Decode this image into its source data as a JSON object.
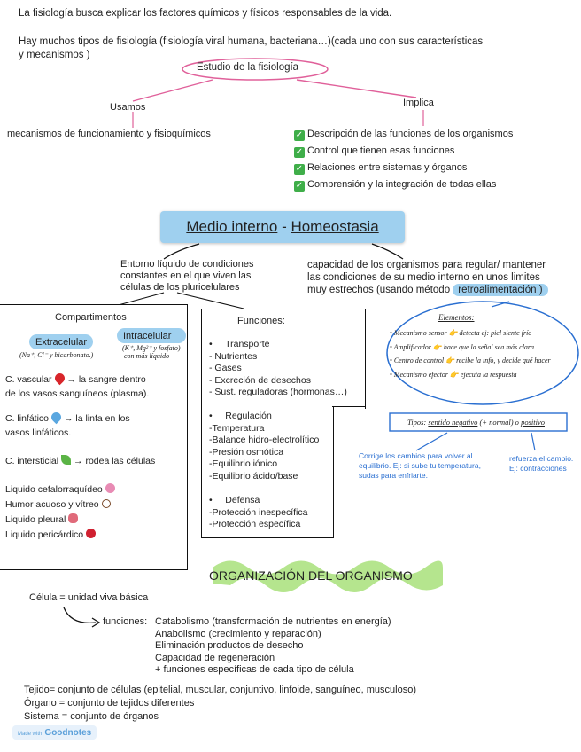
{
  "intro": {
    "line1": "La fisiología busca explicar los factores químicos y físicos responsables de la vida.",
    "line2a": "Hay muchos tipos de fisiología (fisiología viral humana, bacteriana…)(cada uno con sus características",
    "line2b": "y mecanismos )"
  },
  "study": {
    "center": "Estudio de la fisiología",
    "left_label": "Usamos",
    "left_text": "mecanismos de funcionamiento y fisioquímicos",
    "right_label": "Implica",
    "implica_items": [
      "Descripción de las funciones de los organismos",
      "Control que tienen esas funciones",
      "Relaciones entre sistemas y órganos",
      "Comprensión y la integración de todas ellas"
    ]
  },
  "medio": {
    "title_a": "Medio interno",
    "title_sep": " - ",
    "title_b": "Homeostasia",
    "left_def_1": "Entorno líquido de condiciones",
    "left_def_2": "constantes en el que viven las",
    "left_def_3": "células de los pluricelulares",
    "right_def_1": "capacidad de los organismos para regular/ mantener",
    "right_def_2": "las condiciones de su medio interno en unos limites",
    "right_def_3": "muy estrechos (usando método",
    "right_def_pill": "retroalimentación )"
  },
  "compartimentos": {
    "title": "Compartimentos",
    "extra_label": "Extracelular",
    "extra_sub": "(Na⁺, Cl⁻ y bicarbonato.)",
    "intra_label": "Intracelular",
    "intra_sub_1": "(K⁺, Mg²⁺ y fosfato)",
    "intra_sub_2": "con más líquido",
    "items": [
      {
        "a": "C. vascular",
        "b": "→ la sangre dentro",
        "c": "de los vasos sanguíneos (plasma)."
      },
      {
        "a": "C. linfático",
        "b": "→ la linfa en los",
        "c": "vasos linfáticos."
      },
      {
        "a": "C. intersticial",
        "b": "→ rodea las células",
        "c": ""
      }
    ],
    "liquids": [
      "Liquido cefalorraquídeo",
      "Humor acuoso y vítreo",
      "Liquido pleural",
      "Liquido pericárdico"
    ],
    "colors": {
      "blood": "#d8262b",
      "lymph": "#5aa7e0",
      "leaf": "#5bb446",
      "brain": "#e88bb4",
      "eye": "#7a4a2a",
      "lungs": "#e06a7a",
      "heart": "#d02030"
    }
  },
  "funciones": {
    "title": "Funciones:",
    "sections": [
      {
        "head": "Transporte",
        "lines": [
          "- Nutrientes",
          "- Gases",
          "- Excreción de desechos",
          "- Sust. reguladoras (hormonas…)"
        ]
      },
      {
        "head": "Regulación",
        "lines": [
          "-Temperatura",
          "-Balance hidro-electrolítico",
          "-Presión osmótica",
          "-Equilibrio iónico",
          "-Equilibrio ácido/base"
        ]
      },
      {
        "head": "Defensa",
        "lines": [
          "-Protección inespecífica",
          "-Protección específica"
        ]
      }
    ]
  },
  "elementos": {
    "title": "Elementos:",
    "items": [
      "Mecanismo sensor 👉 detecta ej: piel siente frío",
      "Amplificador 👉 hace que la señal sea más clara",
      "Centro de control 👉 recibe la info, y decide qué hacer",
      "Mecanismo efector 👉 ejecuta la respuesta"
    ],
    "tipos_pre": "Tipos: ",
    "tipo_neg": "sentido negativo",
    "tipos_mid": " (+ normal) o ",
    "tipo_pos": "positivo",
    "neg_note_1": "Corrige los cambios para volver al",
    "neg_note_2": "equilibrio. Ej: si sube tu temperatura,",
    "neg_note_3": "sudas para enfriarte.",
    "pos_note_1": "refuerza el cambio.",
    "pos_note_2": "Ej: contracciones"
  },
  "organizacion": {
    "title": "ORGANIZACIÓN DEL ORGANISMO",
    "celula": "Célula = unidad viva básica",
    "funciones_label": "funciones:",
    "funciones_items": [
      "Catabolismo (transformación de nutrientes en energía)",
      "Anabolismo (crecimiento y reparación)",
      "Eliminación productos de desecho",
      "Capacidad de regeneración",
      "+ funciones específicas de cada tipo de célula"
    ],
    "tejido": "Tejido=  conjunto de células (epitelial, muscular, conjuntivo, linfoide, sanguíneo, musculoso)",
    "organo": "Órgano = conjunto de tejidos diferentes",
    "sistema": "Sistema = conjunto de órganos"
  },
  "watermark": {
    "made": "Made with",
    "brand": "Goodnotes"
  },
  "colors": {
    "pink": "#e0609a",
    "blue_pill": "#9fd0ef",
    "blue_ink": "#2a6fd1",
    "check": "#3fae49",
    "highlight_green": "#a8e07a"
  }
}
